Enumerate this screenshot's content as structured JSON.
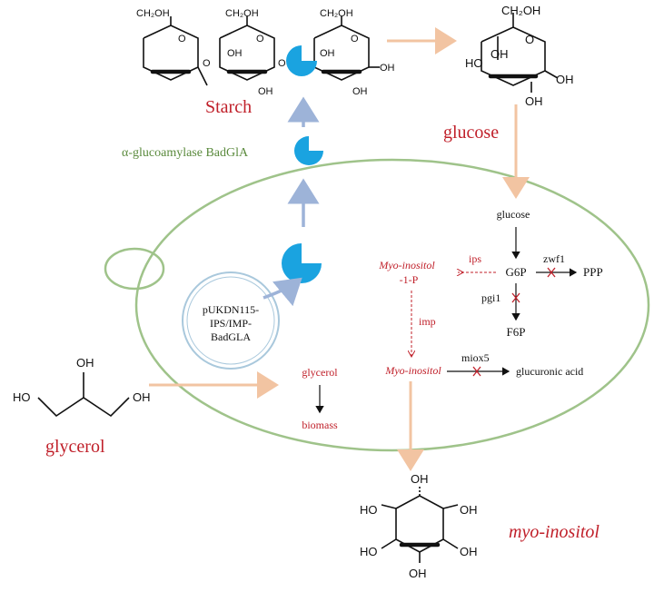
{
  "colors": {
    "red": "#c0202a",
    "green_cell": "#9fc38a",
    "blue_enzyme": "#1aa3e0",
    "blue_arrow": "#9db3d8",
    "orange_arrow": "#f2c4a2",
    "plasmid": "#a9c8dc"
  },
  "labels": {
    "starch": "Starch",
    "glucose_big": "glucose",
    "enzyme": "α-glucoamylase BadGlA",
    "plasmid": [
      "pUKDN115-",
      "IPS/IMP-",
      "BadGLA"
    ],
    "glycerol_big": "glycerol",
    "myo_inositol_big": "myo-inositol"
  },
  "pathway": {
    "glucose": "glucose",
    "g6p": "G6P",
    "ppp": "PPP",
    "zwf1": "zwf1",
    "pgi1": "pgi1",
    "f6p": "F6P",
    "mi1p_line1": "Myo-inositol",
    "mi1p_line2": "-1-P",
    "ips": "ips",
    "imp": "imp",
    "myo_inositol": "Myo-inositol",
    "miox5": "miox5",
    "glucuronic": "glucuronic  acid",
    "glycerol": "glycerol",
    "biomass": "biomass"
  },
  "chem_atoms": {
    "ch2oh": "CH₂OH",
    "oh": "OH",
    "ho": "HO",
    "o": "O"
  }
}
